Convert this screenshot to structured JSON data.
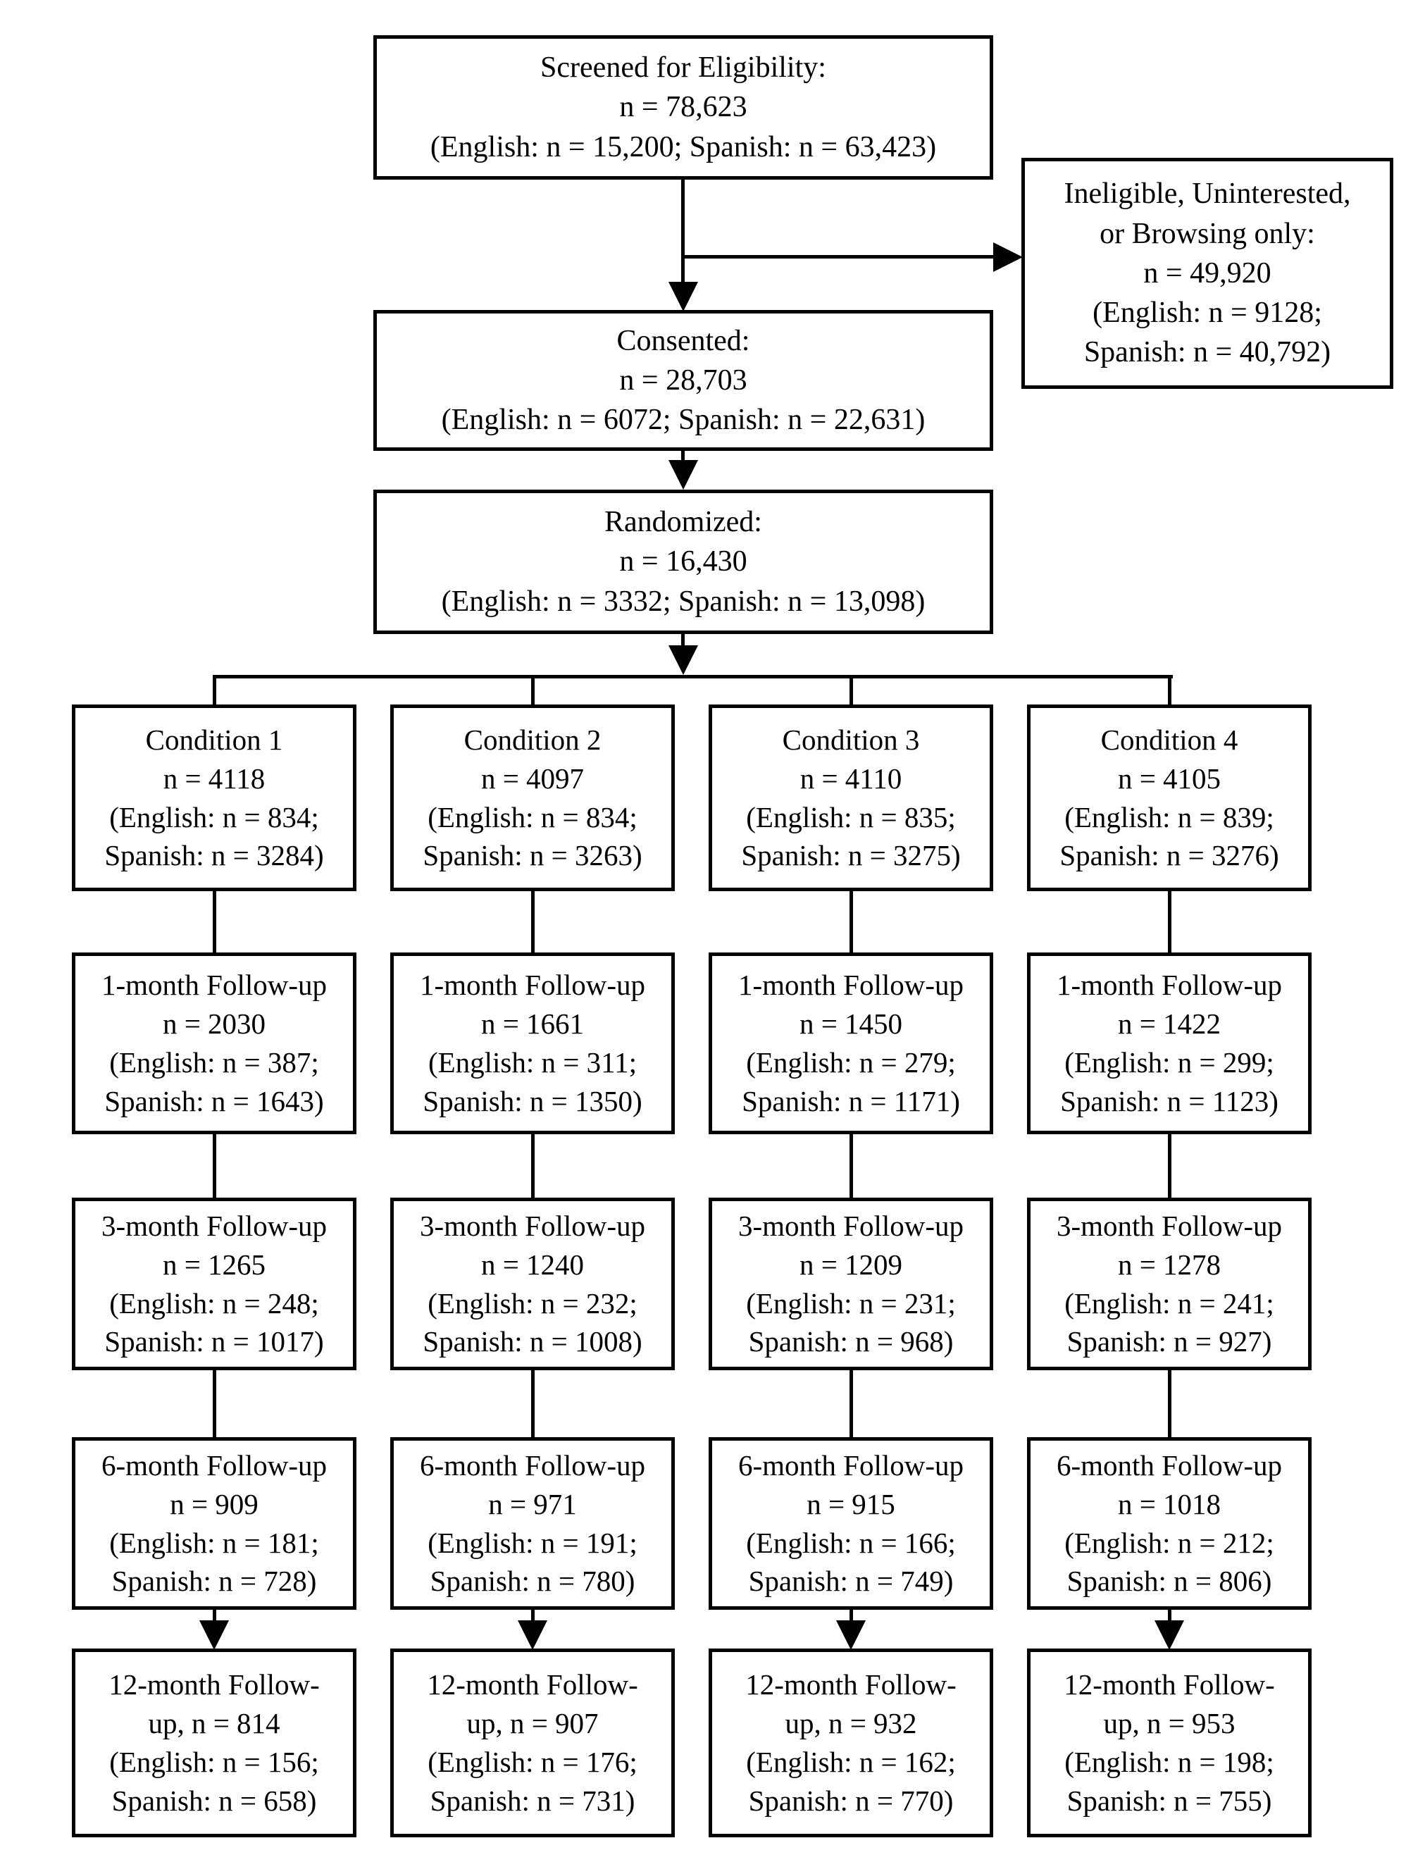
{
  "figure": {
    "type": "consort-flow-diagram",
    "colors": {
      "line": "#000000",
      "background": "#ffffff",
      "text": "#000000"
    }
  },
  "flow": {
    "screened": {
      "lines": [
        "Screened for Eligibility:",
        "n = 78,623",
        "(English: n = 15,200; Spanish: n = 63,423)"
      ]
    },
    "ineligible": {
      "lines": [
        "Ineligible, Uninterested,",
        "or Browsing only:",
        "n = 49,920",
        "(English: n = 9128;",
        "Spanish: n = 40,792)"
      ]
    },
    "consented": {
      "lines": [
        "Consented:",
        "n = 28,703",
        "(English: n = 6072; Spanish: n = 22,631)"
      ]
    },
    "randomized": {
      "lines": [
        "Randomized:",
        "n = 16,430",
        "(English: n = 3332; Spanish: n = 13,098)"
      ]
    }
  },
  "columns": [
    {
      "condition": {
        "lines": [
          "Condition 1",
          "n = 4118",
          "(English: n = 834;",
          "Spanish: n = 3284)"
        ]
      },
      "m1": {
        "lines": [
          "1-month Follow-up",
          "n = 2030",
          "(English: n = 387;",
          "Spanish: n = 1643)"
        ]
      },
      "m3": {
        "lines": [
          "3-month Follow-up",
          "n = 1265",
          "(English: n = 248;",
          "Spanish: n = 1017)"
        ]
      },
      "m6": {
        "lines": [
          "6-month Follow-up",
          "n = 909",
          "(English: n = 181;",
          "Spanish: n = 728)"
        ]
      },
      "m12": {
        "lines": [
          "12-month Follow-",
          "up, n = 814",
          "(English: n = 156;",
          "Spanish: n = 658)"
        ]
      }
    },
    {
      "condition": {
        "lines": [
          "Condition 2",
          "n = 4097",
          "(English: n = 834;",
          "Spanish: n = 3263)"
        ]
      },
      "m1": {
        "lines": [
          "1-month Follow-up",
          "n = 1661",
          "(English: n = 311;",
          "Spanish: n = 1350)"
        ]
      },
      "m3": {
        "lines": [
          "3-month Follow-up",
          "n = 1240",
          "(English: n = 232;",
          "Spanish: n = 1008)"
        ]
      },
      "m6": {
        "lines": [
          "6-month Follow-up",
          "n = 971",
          "(English: n = 191;",
          "Spanish: n = 780)"
        ]
      },
      "m12": {
        "lines": [
          "12-month Follow-",
          "up, n = 907",
          "(English: n = 176;",
          "Spanish: n = 731)"
        ]
      }
    },
    {
      "condition": {
        "lines": [
          "Condition 3",
          "n = 4110",
          "(English: n = 835;",
          "Spanish: n = 3275)"
        ]
      },
      "m1": {
        "lines": [
          "1-month Follow-up",
          "n = 1450",
          "(English: n = 279;",
          "Spanish: n = 1171)"
        ]
      },
      "m3": {
        "lines": [
          "3-month Follow-up",
          "n = 1209",
          "(English: n = 231;",
          "Spanish: n = 968)"
        ]
      },
      "m6": {
        "lines": [
          "6-month Follow-up",
          "n = 915",
          "(English: n = 166;",
          "Spanish: n = 749)"
        ]
      },
      "m12": {
        "lines": [
          "12-month Follow-",
          "up, n = 932",
          "(English: n = 162;",
          "Spanish: n = 770)"
        ]
      }
    },
    {
      "condition": {
        "lines": [
          "Condition 4",
          "n = 4105",
          "(English: n = 839;",
          "Spanish: n = 3276)"
        ]
      },
      "m1": {
        "lines": [
          "1-month Follow-up",
          "n = 1422",
          "(English: n = 299;",
          "Spanish: n = 1123)"
        ]
      },
      "m3": {
        "lines": [
          "3-month Follow-up",
          "n = 1278",
          "(English: n = 241;",
          "Spanish: n = 927)"
        ]
      },
      "m6": {
        "lines": [
          "6-month Follow-up",
          "n = 1018",
          "(English: n = 212;",
          "Spanish: n = 806)"
        ]
      },
      "m12": {
        "lines": [
          "12-month Follow-",
          "up, n = 953",
          "(English: n = 198;",
          "Spanish: n = 755)"
        ]
      }
    }
  ]
}
